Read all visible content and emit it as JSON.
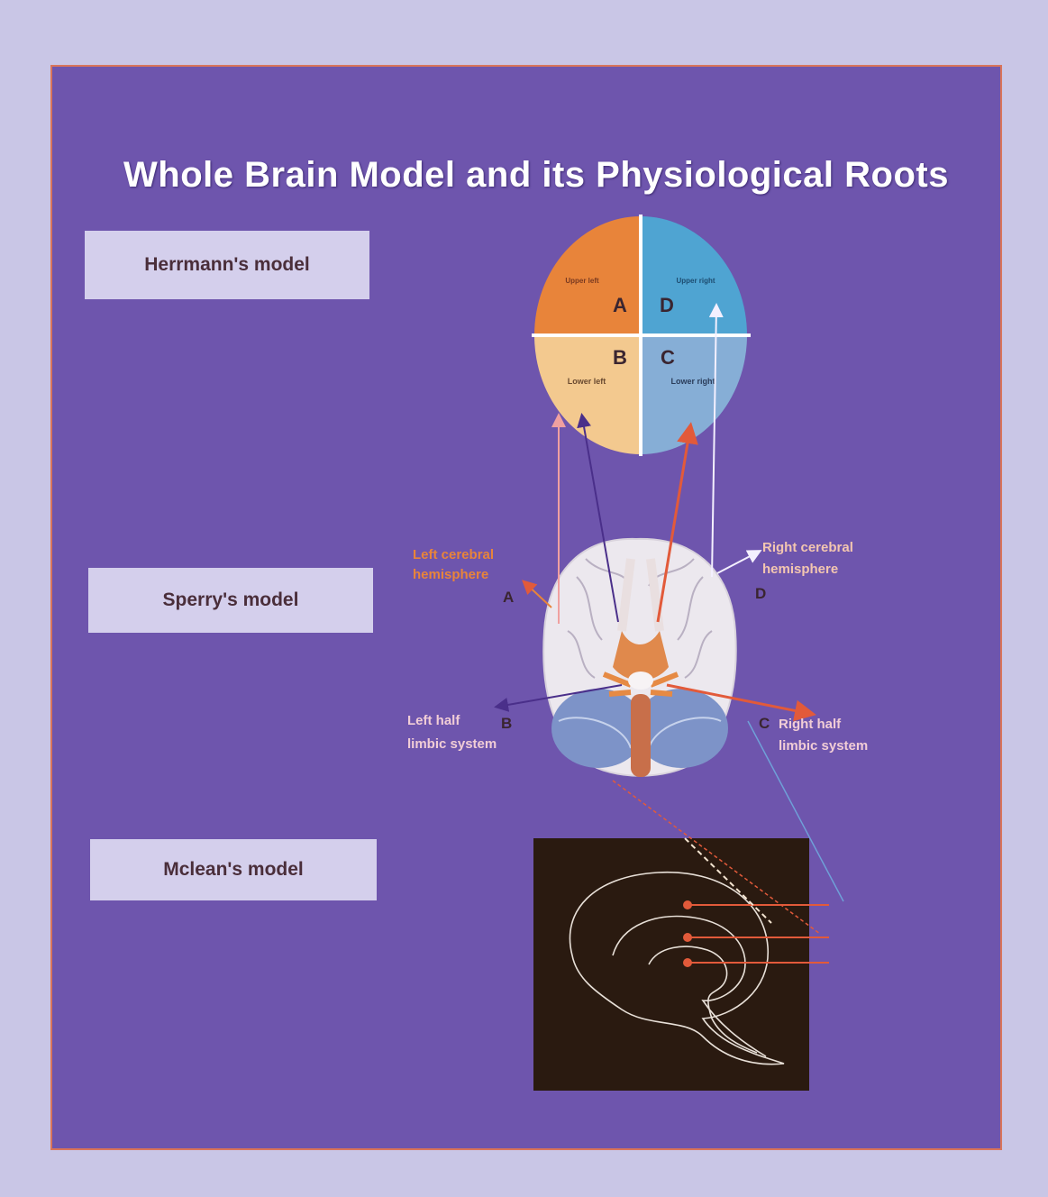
{
  "title": "Whole Brain Model and its Physiological Roots",
  "models": {
    "herrmann": "Herrmann's model",
    "sperry": "Sperry's model",
    "mclean": "Mclean's model"
  },
  "quadrants": {
    "upper_left": {
      "label": "Upper left",
      "letter": "A"
    },
    "upper_right": {
      "label": "Upper right",
      "letter": "D"
    },
    "lower_left": {
      "label": "Lower left",
      "letter": "B"
    },
    "lower_right": {
      "label": "Lower right",
      "letter": "C"
    }
  },
  "brain_labels": {
    "left_cerebral_1": "Left cerebral",
    "left_cerebral_2": "hemisphere",
    "letter_a": "A",
    "right_cerebral_1": "Right cerebral",
    "right_cerebral_2": "hemisphere",
    "letter_d": "D",
    "left_limbic_1": "Left half",
    "left_limbic_2": "limbic system",
    "letter_b": "B",
    "right_limbic_1": "Right half",
    "right_limbic_2": "limbic system",
    "letter_c": "C"
  },
  "colors": {
    "background": "#c9c6e6",
    "panel": "#6e55ad",
    "quadrant_a": "#e8843a",
    "quadrant_d": "#4fa4d2",
    "quadrant_b": "#f3c98f",
    "quadrant_c": "#86aed6",
    "mclean_bg": "#2a1a10",
    "arrow_red": "#e25a3a"
  }
}
